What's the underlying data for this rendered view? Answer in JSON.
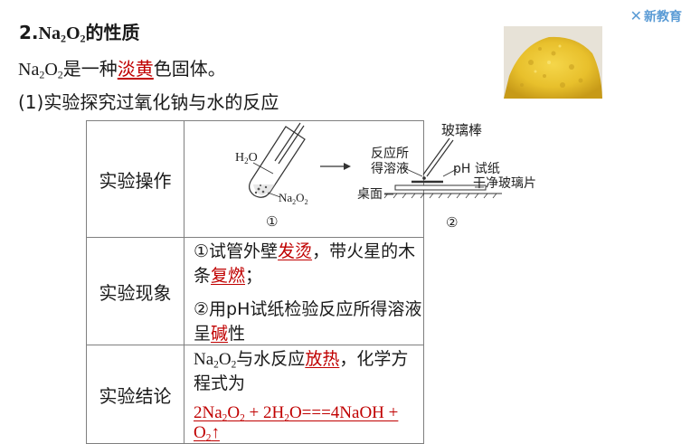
{
  "header": {
    "number": "2.",
    "formula_main": "Na",
    "formula_sub1": "2",
    "formula_o": "O",
    "formula_sub2": "2",
    "title_suffix": "的性质"
  },
  "logo": {
    "icon": "x-logo-icon",
    "text": "新教育"
  },
  "intro": {
    "prefix": "是一种",
    "color_word": "淡黄",
    "suffix": "色固体。"
  },
  "experiment_title": "(1)实验探究过氧化钠与水的反应",
  "table": {
    "rows": [
      {
        "label": "实验操作"
      },
      {
        "label": "实验现象"
      },
      {
        "label": "实验结论"
      }
    ],
    "diagram": {
      "h2o": "H",
      "h2o_sub": "2",
      "h2o_o": "O",
      "na2o2": "Na",
      "na2o2_sub1": "2",
      "na2o2_o": "O",
      "na2o2_sub2": "2",
      "label_solution_1": "反应所",
      "label_solution_2": "得溶液",
      "label_rod": "玻璃棒",
      "label_ph": "pH 试纸",
      "label_glass": "干净玻璃片",
      "label_desk": "桌面",
      "step1": "①",
      "step2": "②"
    },
    "phenomena": {
      "line1_a": "①试管外壁",
      "line1_red1": "发烫",
      "line1_b": "，带火星的木条",
      "line1_red2": "复燃",
      "line1_c": "；",
      "line2_a": "②用pH试纸检验反应所得溶液呈",
      "line2_red": "碱",
      "line2_b": "性"
    },
    "conclusion": {
      "line1_suffix": "与水反应",
      "line1_red": "放热",
      "line1_end": "，化学方程式为",
      "equation_parts": [
        "2Na",
        "2",
        "O",
        "2",
        " + 2H",
        "2",
        "O===4NaOH + O",
        "2",
        "↑"
      ]
    }
  },
  "colors": {
    "accent": "#c00000",
    "logo": "#5a9bd5",
    "border": "#7f7f7f"
  }
}
